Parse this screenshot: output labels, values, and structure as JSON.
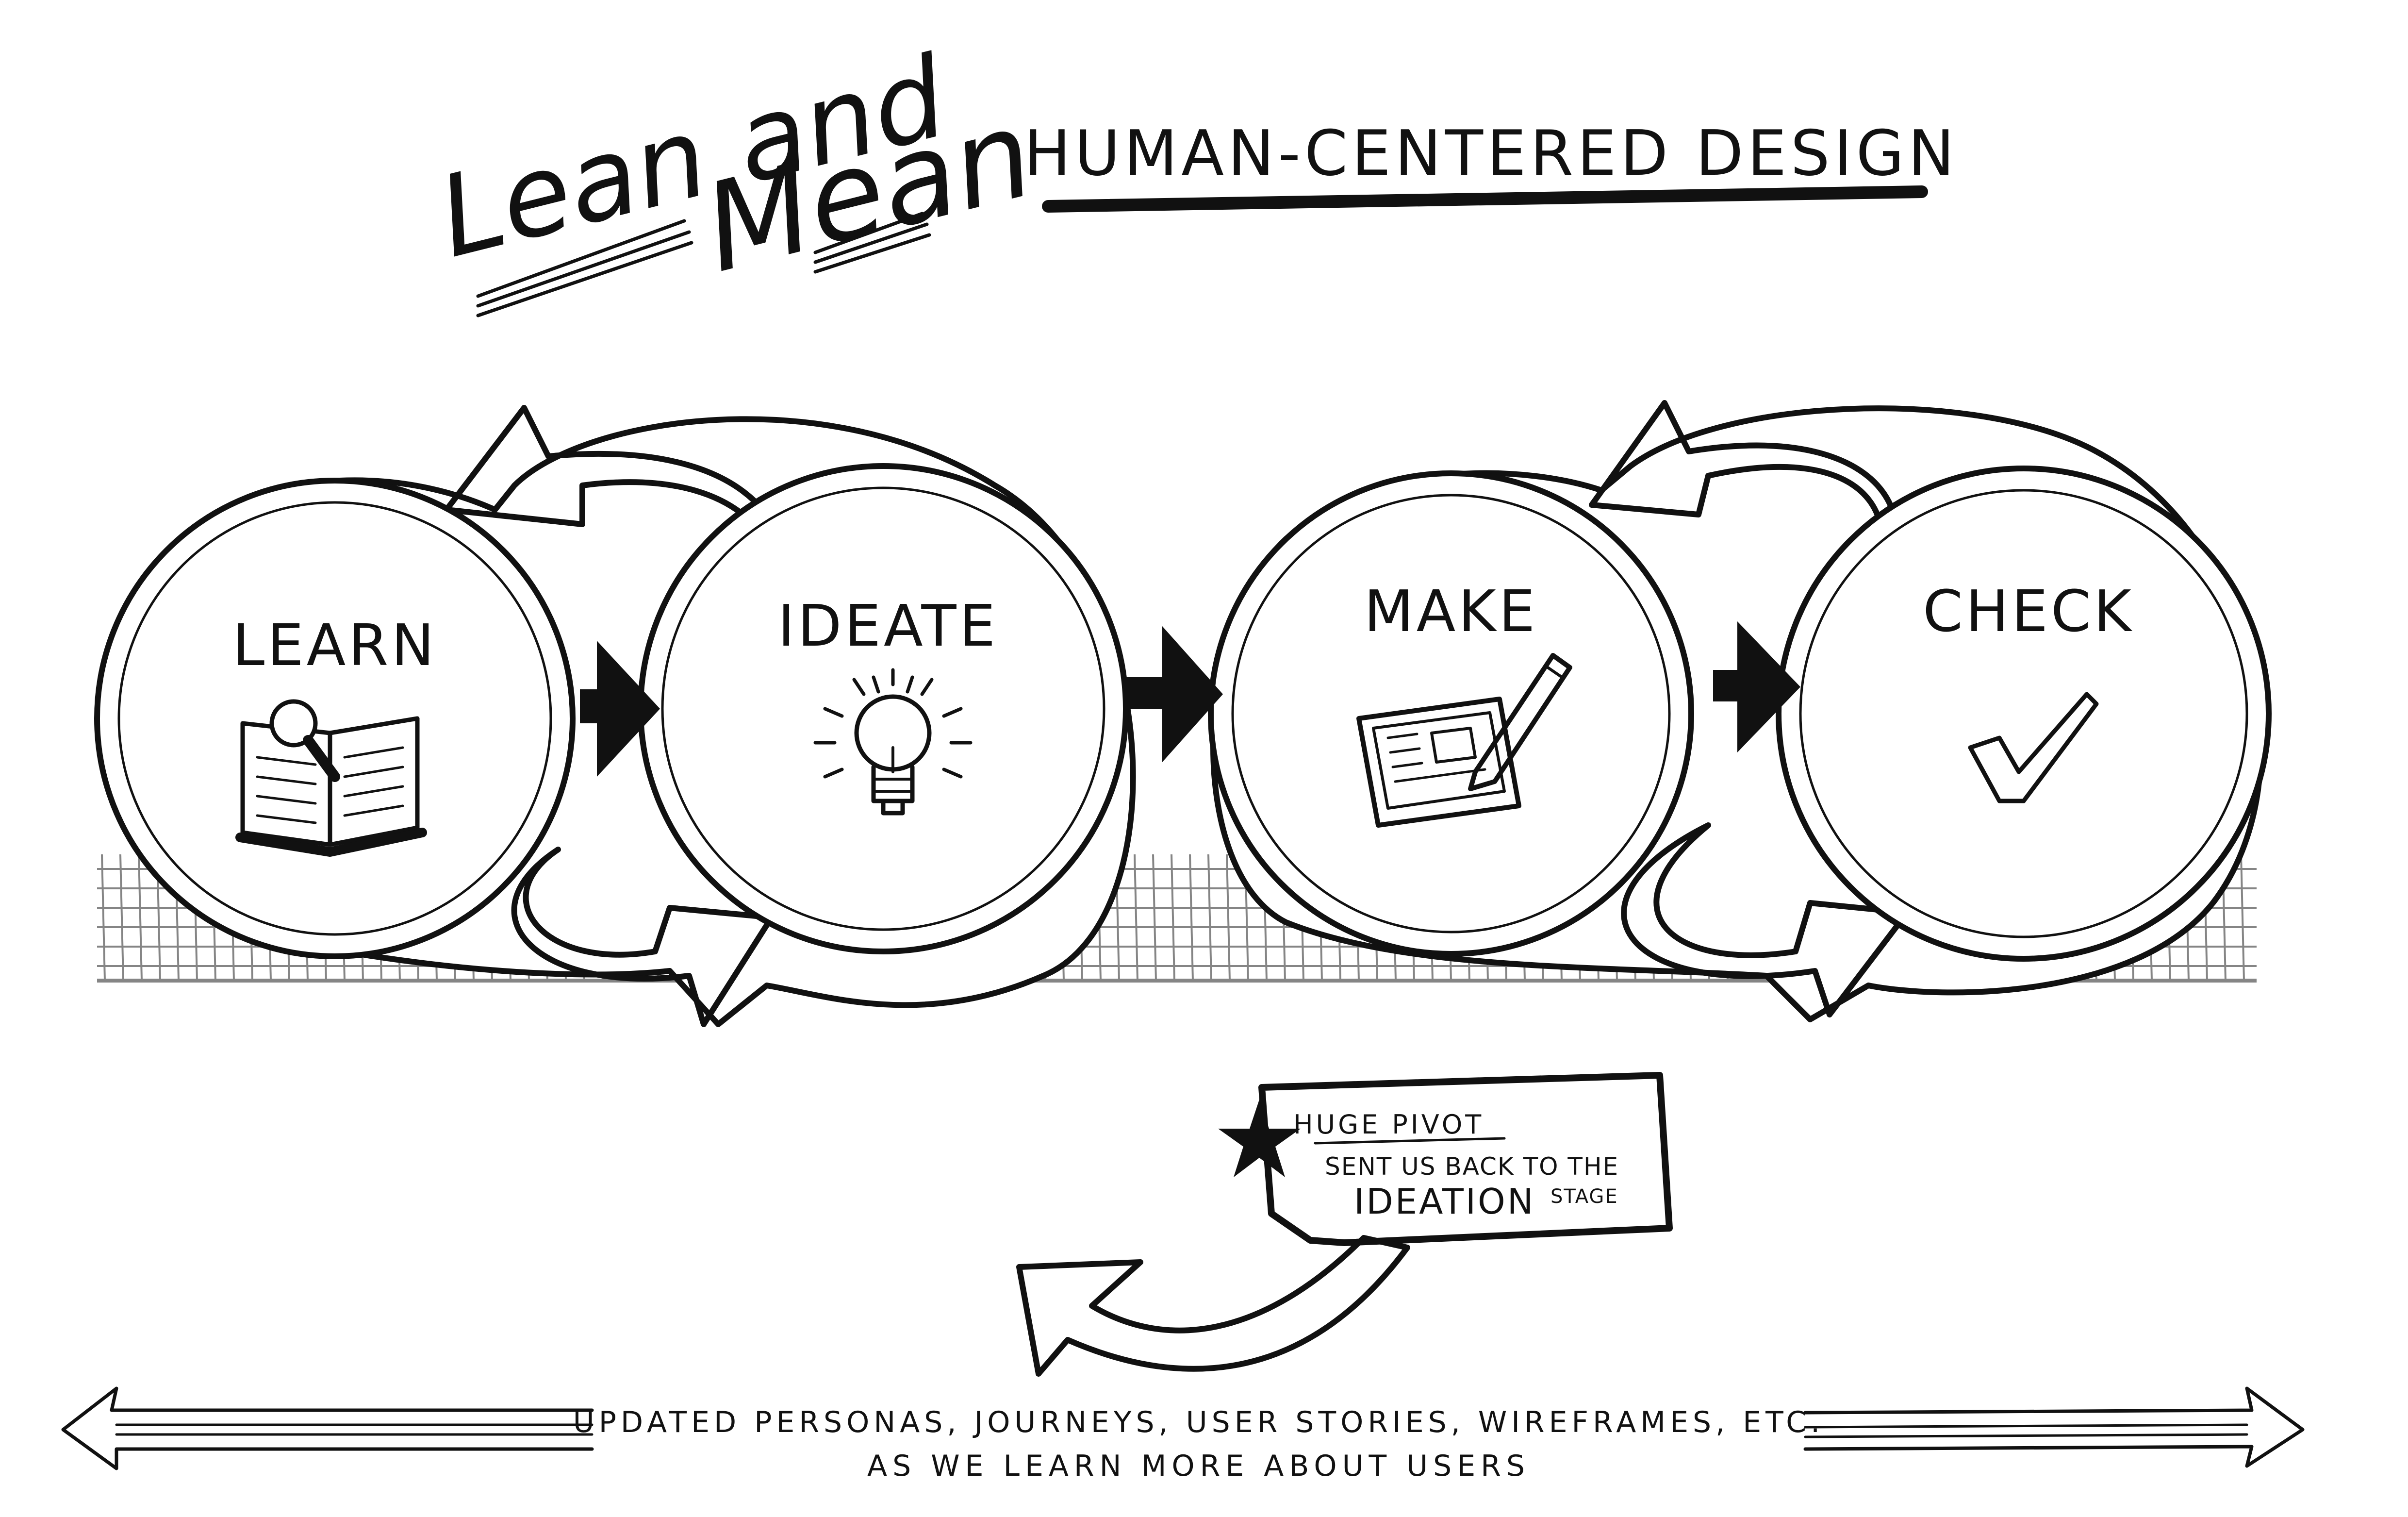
{
  "title": {
    "script_line1": "Lean and",
    "script_line2": "Mean",
    "main": "HUMAN-CENTERED DESIGN"
  },
  "stages": [
    {
      "label": "LEARN",
      "icon": "book-magnifier-icon"
    },
    {
      "label": "IDEATE",
      "icon": "lightbulb-icon"
    },
    {
      "label": "MAKE",
      "icon": "tablet-pencil-icon"
    },
    {
      "label": "CHECK",
      "icon": "checkmark-icon"
    }
  ],
  "pivot_note": {
    "line1": "HUGE PIVOT",
    "line2": "SENT US BACK TO THE",
    "line3_big": "IDEATION",
    "line3_small": "STAGE",
    "icon": "star-icon"
  },
  "footer": {
    "line1": "UPDATED PERSONAS, JOURNEYS, USER STORIES, WIREFRAMES, ETC.",
    "line2": "AS WE LEARN MORE ABOUT USERS"
  },
  "colors": {
    "ink": "#111111",
    "paper": "#ffffff"
  }
}
